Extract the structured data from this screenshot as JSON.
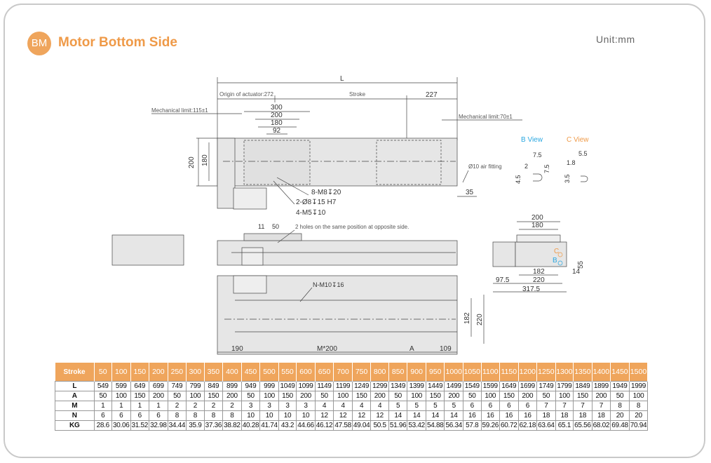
{
  "header": {
    "badge": "BM",
    "title": "Motor Bottom Side",
    "unit": "Unit:mm"
  },
  "drawing": {
    "top_view": {
      "L": "L",
      "origin": "Origin of actuator:272",
      "stroke": "Stroke",
      "d227": "227",
      "mech_left": "Mechanical limit:115±1",
      "mech_right": "Mechanical limit:70±1",
      "d300": "300",
      "d200": "200",
      "d180": "180",
      "d92": "92",
      "h200": "200",
      "h180": "180",
      "air": "Ø10 air fitting",
      "d35": "35",
      "m8": "8-M8↧20",
      "pin": "2-Ø8↧15 H7",
      "m5": "4-M5↧10"
    },
    "side_view": {
      "d11": "11",
      "d50": "50",
      "holes": "2 holes on the same position at opposite side."
    },
    "bottom_view": {
      "nm10": "N-M10↧16",
      "d190": "190",
      "m200": "M*200",
      "a": "A",
      "d109": "109",
      "h182": "182",
      "h220": "220"
    },
    "b_view": {
      "title": "B View",
      "d75": "7.5",
      "d2": "2",
      "h75": "7.5",
      "h45": "4.5"
    },
    "c_view": {
      "title": "C View",
      "d55": "5.5",
      "d18": "1.8",
      "h35": "3.5"
    },
    "end_view": {
      "d200": "200",
      "d180": "180",
      "d182": "182",
      "d220": "220",
      "d975": "97.5",
      "d3175": "317.5",
      "d14": "14",
      "d55": "55",
      "b": "B",
      "c": "C"
    },
    "colors": {
      "accent": "#efa55c",
      "b_view": "#2aa7e0",
      "c_view": "#ef9a48"
    }
  },
  "table": {
    "rows": [
      {
        "label": "Stroke",
        "values": [
          "50",
          "100",
          "150",
          "200",
          "250",
          "300",
          "350",
          "400",
          "450",
          "500",
          "550",
          "600",
          "650",
          "700",
          "750",
          "800",
          "850",
          "900",
          "950",
          "1000",
          "1050",
          "1100",
          "1150",
          "1200",
          "1250",
          "1300",
          "1350",
          "1400",
          "1450",
          "1500"
        ]
      },
      {
        "label": "L",
        "values": [
          "549",
          "599",
          "649",
          "699",
          "749",
          "799",
          "849",
          "899",
          "949",
          "999",
          "1049",
          "1099",
          "1149",
          "1199",
          "1249",
          "1299",
          "1349",
          "1399",
          "1449",
          "1499",
          "1549",
          "1599",
          "1649",
          "1699",
          "1749",
          "1799",
          "1849",
          "1899",
          "1949",
          "1999"
        ]
      },
      {
        "label": "A",
        "values": [
          "50",
          "100",
          "150",
          "200",
          "50",
          "100",
          "150",
          "200",
          "50",
          "100",
          "150",
          "200",
          "50",
          "100",
          "150",
          "200",
          "50",
          "100",
          "150",
          "200",
          "50",
          "100",
          "150",
          "200",
          "50",
          "100",
          "150",
          "200",
          "50",
          "100"
        ]
      },
      {
        "label": "M",
        "values": [
          "1",
          "1",
          "1",
          "1",
          "2",
          "2",
          "2",
          "2",
          "3",
          "3",
          "3",
          "3",
          "4",
          "4",
          "4",
          "4",
          "5",
          "5",
          "5",
          "5",
          "6",
          "6",
          "6",
          "6",
          "7",
          "7",
          "7",
          "7",
          "8",
          "8"
        ]
      },
      {
        "label": "N",
        "values": [
          "6",
          "6",
          "6",
          "6",
          "8",
          "8",
          "8",
          "8",
          "10",
          "10",
          "10",
          "10",
          "12",
          "12",
          "12",
          "12",
          "14",
          "14",
          "14",
          "14",
          "16",
          "16",
          "16",
          "16",
          "18",
          "18",
          "18",
          "18",
          "20",
          "20"
        ]
      },
      {
        "label": "KG",
        "values": [
          "28.6",
          "30.06",
          "31.52",
          "32.98",
          "34.44",
          "35.9",
          "37.36",
          "38.82",
          "40.28",
          "41.74",
          "43.2",
          "44.66",
          "46.12",
          "47.58",
          "49.04",
          "50.5",
          "51.96",
          "53.42",
          "54.88",
          "56.34",
          "57.8",
          "59.26",
          "60.72",
          "62.18",
          "63.64",
          "65.1",
          "65.56",
          "68.02",
          "69.48",
          "70.94"
        ]
      }
    ]
  }
}
